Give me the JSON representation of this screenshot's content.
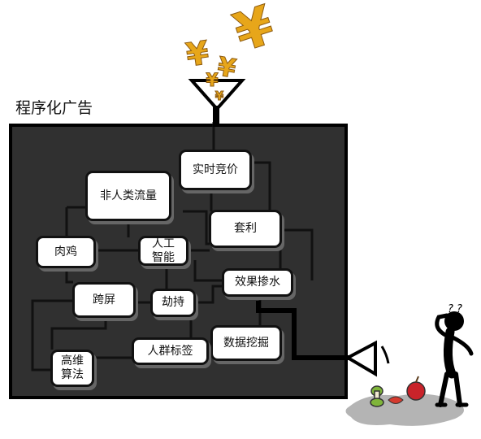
{
  "title": "程序化广告",
  "currency_symbol": "¥",
  "question_marks": "? ?",
  "nodes": {
    "rtb": "实时竞价",
    "nht": "非人类流量",
    "arbitrage": "套利",
    "broiler": "肉鸡",
    "ai": "人工\n智能",
    "cross_screen": "跨屏",
    "hijack": "劫持",
    "fake_effect": "效果掺水",
    "advanced_algo": "高维\n算法",
    "audience_tags": "人群标签",
    "data_mining": "数据挖掘"
  },
  "colors": {
    "box_fill": "#303030",
    "line": "#111111",
    "gold": "#e7a61a",
    "puddle": "#b4b4b4"
  }
}
